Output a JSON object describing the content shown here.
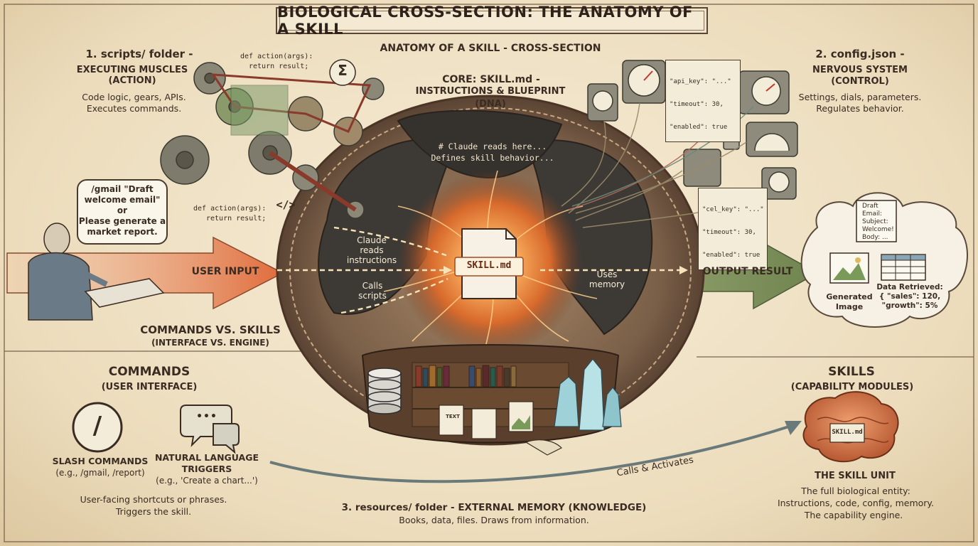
{
  "title": "BIOLOGICAL CROSS-SECTION: THE ANATOMY OF A SKILL",
  "subtitle": "ANATOMY OF A SKILL - CROSS-SECTION",
  "scripts_section": {
    "heading": "1. scripts/ folder -",
    "subheading": "EXECUTING MUSCLES (ACTION)",
    "desc_line1": "Code logic, gears, APIs.",
    "desc_line2": "Executes commands.",
    "code_top_1": "def action(args):",
    "code_top_2": "return result;",
    "code_bottom_1": "def action(args):",
    "code_bottom_2": "return result;",
    "code_symbol": "</>",
    "sigma": "Σ"
  },
  "core": {
    "heading_1": "CORE: SKILL.md -",
    "heading_2": "INSTRUCTIONS & BLUEPRINT",
    "heading_3": "(DNA)",
    "comment_1": "# Claude reads here...",
    "comment_2": "Defines skill behavior...",
    "file_label": "SKILL.md"
  },
  "config_section": {
    "heading": "2. config.json -",
    "subheading_1": "NERVOUS SYSTEM",
    "subheading_2": "(CONTROL)",
    "desc_line1": "Settings, dials, parameters.",
    "desc_line2": "Regulates behavior.",
    "json_top_1": "\"api_key\": \"...\"",
    "json_top_2": "\"timeout\": 30,",
    "json_top_3": "\"enabled\": true",
    "json_mid_1": "\"cel_key\": \"...\"",
    "json_mid_2": "\"timeout\": 30,",
    "json_mid_3": "\"enabled\": true"
  },
  "user": {
    "bubble_1": "/gmail \"Draft",
    "bubble_2": "welcome email\"",
    "bubble_3": "or",
    "bubble_4": "Please generate a",
    "bubble_5": "market report.",
    "arrow_label": "USER INPUT"
  },
  "flow": {
    "claude_reads_1": "Claude",
    "claude_reads_2": "reads",
    "claude_reads_3": "instructions",
    "calls_1": "Calls",
    "calls_2": "scripts",
    "uses_1": "Uses",
    "uses_2": "memory"
  },
  "output": {
    "arrow_label": "OUTPUT RESULT",
    "email_1": "Draft",
    "email_2": "Email:",
    "email_3": "Subject:",
    "email_4": "Welcome!",
    "email_5": "Body: ...",
    "image_label_1": "Generated",
    "image_label_2": "Image",
    "data_1": "Data Retrieved:",
    "data_2": "{ \"sales\": 120,",
    "data_3": "\"growth\": 5%"
  },
  "commands_vs": {
    "line1": "COMMANDS VS. SKILLS",
    "line2": "(INTERFACE VS. ENGINE)"
  },
  "commands": {
    "heading": "COMMANDS",
    "subheading": "(USER INTERFACE)",
    "slash_symbol": "/",
    "slash_label_1": "SLASH COMMANDS",
    "slash_label_2": "(e.g., /gmail, /report)",
    "nl_label_1": "NATURAL LANGUAGE",
    "nl_label_2": "TRIGGERS",
    "nl_label_3": "(e.g., 'Create a chart...')",
    "chat_dots": "•••",
    "desc_1": "User-facing shortcuts or phrases.",
    "desc_2": "Triggers the skill."
  },
  "resources": {
    "heading": "3. resources/ folder - EXTERNAL MEMORY (KNOWLEDGE)",
    "desc": "Books, data, files. Draws from information.",
    "doc_label": "TEXT"
  },
  "calls_activates": "Calls & Activates",
  "skills": {
    "heading": "SKILLS",
    "subheading": "(CAPABILITY MODULES)",
    "brain_label": "SKILL.md",
    "unit_title": "THE SKILL UNIT",
    "desc_1": "The full biological entity:",
    "desc_2": "Instructions, code, config, memory.",
    "desc_3": "The capability engine."
  },
  "colors": {
    "ink": "#3a2c22",
    "parchment": "#efe3c8",
    "core_glow": "#f08a3c",
    "input_arrow": "#e98a5a",
    "output_arrow": "#8fa06a",
    "cavity": "#3d3a36"
  }
}
